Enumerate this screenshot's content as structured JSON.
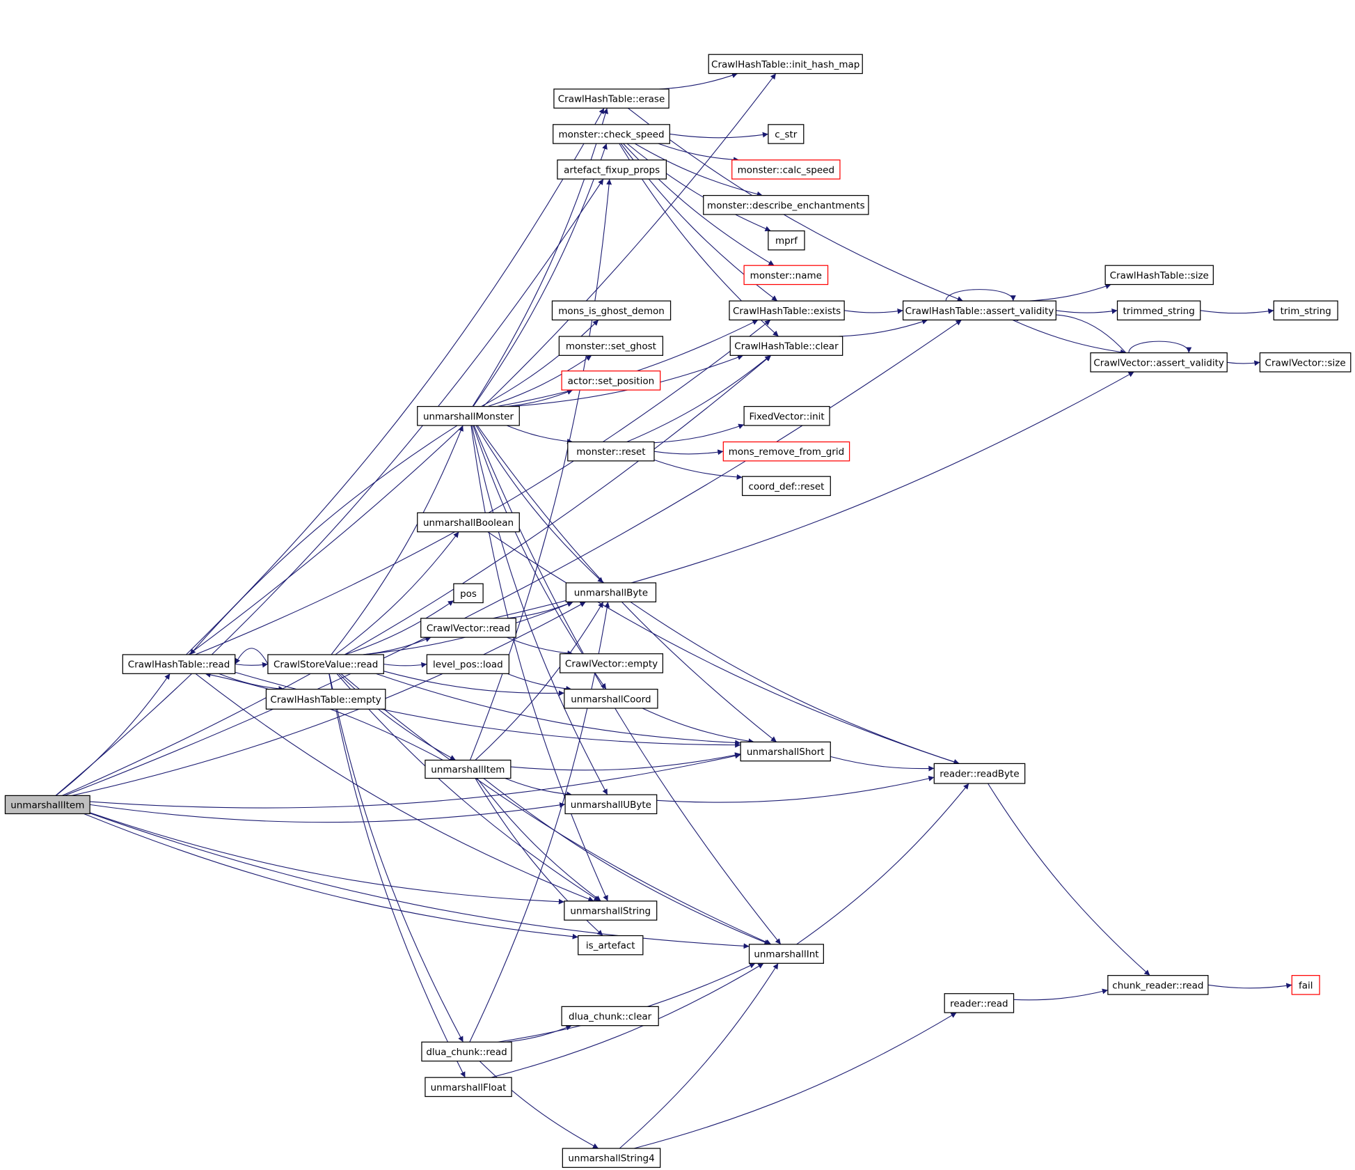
{
  "graph": {
    "edge_color": "#191970",
    "highlight_fill": "#bfbfbf",
    "missing_border": "#ff0000",
    "nodes": [
      {
        "id": "unmarshallItemRoot",
        "label": "unmarshallItem",
        "root": true
      },
      {
        "id": "hashRead",
        "label": "CrawlHashTable::read"
      },
      {
        "id": "storeRead",
        "label": "CrawlStoreValue::read"
      },
      {
        "id": "hashEmpty",
        "label": "CrawlHashTable::empty"
      },
      {
        "id": "unmarshallMonster",
        "label": "unmarshallMonster"
      },
      {
        "id": "unmarshallBoolean",
        "label": "unmarshallBoolean"
      },
      {
        "id": "pos",
        "label": "pos"
      },
      {
        "id": "vectorRead",
        "label": "CrawlVector::read"
      },
      {
        "id": "levelPosLoad",
        "label": "level_pos::load"
      },
      {
        "id": "unmarshallItem2",
        "label": "unmarshallItem"
      },
      {
        "id": "dluaRead",
        "label": "dlua_chunk::read"
      },
      {
        "id": "unmarshallFloat",
        "label": "unmarshallFloat"
      },
      {
        "id": "unmarshallString4",
        "label": "unmarshallString4"
      },
      {
        "id": "hashErase",
        "label": "CrawlHashTable::erase"
      },
      {
        "id": "checkSpeed",
        "label": "monster::check_speed"
      },
      {
        "id": "artefactFixup",
        "label": "artefact_fixup_props"
      },
      {
        "id": "monsGhostDemon",
        "label": "mons_is_ghost_demon"
      },
      {
        "id": "setGhost",
        "label": "monster::set_ghost"
      },
      {
        "id": "setPosition",
        "label": "actor::set_position",
        "missing": true
      },
      {
        "id": "monsterReset",
        "label": "monster::reset"
      },
      {
        "id": "unmarshallByte",
        "label": "unmarshallByte"
      },
      {
        "id": "vectorEmpty",
        "label": "CrawlVector::empty"
      },
      {
        "id": "unmarshallCoord",
        "label": "unmarshallCoord"
      },
      {
        "id": "unmarshallUByte",
        "label": "unmarshallUByte"
      },
      {
        "id": "unmarshallString",
        "label": "unmarshallString"
      },
      {
        "id": "isArtefact",
        "label": "is_artefact"
      },
      {
        "id": "dluaClear",
        "label": "dlua_chunk::clear"
      },
      {
        "id": "initHashMap",
        "label": "CrawlHashTable::init_hash_map"
      },
      {
        "id": "cStr",
        "label": "c_str"
      },
      {
        "id": "calcSpeed",
        "label": "monster::calc_speed",
        "missing": true
      },
      {
        "id": "describeEnch",
        "label": "monster::describe_enchantments"
      },
      {
        "id": "mprf",
        "label": "mprf"
      },
      {
        "id": "monsterName",
        "label": "monster::name",
        "missing": true
      },
      {
        "id": "hashExists",
        "label": "CrawlHashTable::exists"
      },
      {
        "id": "hashClear",
        "label": "CrawlHashTable::clear"
      },
      {
        "id": "fixedVectorInit",
        "label": "FixedVector::init"
      },
      {
        "id": "monsRemove",
        "label": "mons_remove_from_grid",
        "missing": true
      },
      {
        "id": "coordReset",
        "label": "coord_def::reset"
      },
      {
        "id": "unmarshallShort",
        "label": "unmarshallShort"
      },
      {
        "id": "unmarshallInt",
        "label": "unmarshallInt"
      },
      {
        "id": "hashAssert",
        "label": "CrawlHashTable::assert_validity"
      },
      {
        "id": "readerReadByte",
        "label": "reader::readByte"
      },
      {
        "id": "readerRead",
        "label": "reader::read"
      },
      {
        "id": "hashSize",
        "label": "CrawlHashTable::size"
      },
      {
        "id": "trimmedString",
        "label": "trimmed_string"
      },
      {
        "id": "vectorAssert",
        "label": "CrawlVector::assert_validity"
      },
      {
        "id": "chunkRead",
        "label": "chunk_reader::read"
      },
      {
        "id": "trimString",
        "label": "trim_string"
      },
      {
        "id": "vectorSize",
        "label": "CrawlVector::size"
      },
      {
        "id": "fail",
        "label": "fail",
        "missing": true
      }
    ],
    "edges": [
      [
        "unmarshallItemRoot",
        "hashRead"
      ],
      [
        "unmarshallItemRoot",
        "unmarshallUByte"
      ],
      [
        "unmarshallItemRoot",
        "unmarshallString"
      ],
      [
        "unmarshallItemRoot",
        "isArtefact"
      ],
      [
        "unmarshallItemRoot",
        "unmarshallShort"
      ],
      [
        "unmarshallItemRoot",
        "unmarshallInt"
      ],
      [
        "unmarshallItemRoot",
        "unmarshallByte"
      ],
      [
        "unmarshallItemRoot",
        "artefactFixup"
      ],
      [
        "unmarshallItemRoot",
        "hashAssert"
      ],
      [
        "unmarshallItemRoot",
        "hashClear"
      ],
      [
        "hashRead",
        "storeRead"
      ],
      [
        "hashRead",
        "hashEmpty"
      ],
      [
        "hashRead",
        "hashErase"
      ],
      [
        "hashRead",
        "initHashMap"
      ],
      [
        "hashRead",
        "unmarshallString"
      ],
      [
        "hashRead",
        "hashExists"
      ],
      [
        "hashRead",
        "unmarshallShort"
      ],
      [
        "storeRead",
        "hashRead"
      ],
      [
        "storeRead",
        "unmarshallMonster"
      ],
      [
        "storeRead",
        "unmarshallBoolean"
      ],
      [
        "storeRead",
        "pos"
      ],
      [
        "storeRead",
        "vectorRead"
      ],
      [
        "storeRead",
        "levelPosLoad"
      ],
      [
        "storeRead",
        "unmarshallItem2"
      ],
      [
        "storeRead",
        "dluaRead"
      ],
      [
        "storeRead",
        "unmarshallFloat"
      ],
      [
        "storeRead",
        "unmarshallByte"
      ],
      [
        "storeRead",
        "unmarshallCoord"
      ],
      [
        "storeRead",
        "unmarshallShort"
      ],
      [
        "storeRead",
        "unmarshallString"
      ],
      [
        "storeRead",
        "unmarshallInt"
      ],
      [
        "unmarshallItem2",
        "hashRead"
      ],
      [
        "unmarshallItem2",
        "unmarshallShort"
      ],
      [
        "unmarshallItem2",
        "unmarshallUByte"
      ],
      [
        "unmarshallItem2",
        "unmarshallString"
      ],
      [
        "unmarshallItem2",
        "isArtefact"
      ],
      [
        "unmarshallItem2",
        "unmarshallInt"
      ],
      [
        "unmarshallItem2",
        "unmarshallByte"
      ],
      [
        "unmarshallItem2",
        "artefactFixup"
      ],
      [
        "unmarshallMonster",
        "hashRead"
      ],
      [
        "unmarshallMonster",
        "hashErase"
      ],
      [
        "unmarshallMonster",
        "checkSpeed"
      ],
      [
        "unmarshallMonster",
        "monsGhostDemon"
      ],
      [
        "unmarshallMonster",
        "setGhost"
      ],
      [
        "unmarshallMonster",
        "setPosition"
      ],
      [
        "unmarshallMonster",
        "monsterReset"
      ],
      [
        "unmarshallMonster",
        "hashExists"
      ],
      [
        "unmarshallMonster",
        "hashClear"
      ],
      [
        "unmarshallMonster",
        "unmarshallByte"
      ],
      [
        "unmarshallMonster",
        "unmarshallShort"
      ],
      [
        "unmarshallMonster",
        "unmarshallCoord"
      ],
      [
        "unmarshallMonster",
        "unmarshallUByte"
      ],
      [
        "unmarshallMonster",
        "unmarshallString"
      ],
      [
        "unmarshallMonster",
        "unmarshallInt"
      ],
      [
        "vectorRead",
        "vectorEmpty"
      ],
      [
        "vectorRead",
        "unmarshallByte"
      ],
      [
        "vectorRead",
        "vectorAssert"
      ],
      [
        "levelPosLoad",
        "unmarshallCoord"
      ],
      [
        "unmarshallBoolean",
        "readerReadByte"
      ],
      [
        "dluaRead",
        "dluaClear"
      ],
      [
        "dluaRead",
        "unmarshallInt"
      ],
      [
        "dluaRead",
        "unmarshallString4"
      ],
      [
        "dluaRead",
        "unmarshallByte"
      ],
      [
        "unmarshallFloat",
        "unmarshallInt"
      ],
      [
        "unmarshallString4",
        "readerRead"
      ],
      [
        "unmarshallString4",
        "unmarshallInt"
      ],
      [
        "hashErase",
        "initHashMap"
      ],
      [
        "hashErase",
        "hashAssert"
      ],
      [
        "checkSpeed",
        "cStr"
      ],
      [
        "checkSpeed",
        "calcSpeed"
      ],
      [
        "checkSpeed",
        "describeEnch"
      ],
      [
        "checkSpeed",
        "mprf"
      ],
      [
        "checkSpeed",
        "monsterName"
      ],
      [
        "checkSpeed",
        "hashExists"
      ],
      [
        "checkSpeed",
        "hashClear"
      ],
      [
        "monsterReset",
        "fixedVectorInit"
      ],
      [
        "monsterReset",
        "monsRemove"
      ],
      [
        "monsterReset",
        "coordReset"
      ],
      [
        "monsterReset",
        "hashClear"
      ],
      [
        "hashExists",
        "hashAssert"
      ],
      [
        "hashClear",
        "hashAssert"
      ],
      [
        "hashAssert",
        "hashAssert"
      ],
      [
        "hashAssert",
        "hashSize"
      ],
      [
        "hashAssert",
        "trimmedString"
      ],
      [
        "hashAssert",
        "vectorAssert"
      ],
      [
        "vectorAssert",
        "vectorAssert"
      ],
      [
        "vectorAssert",
        "hashAssert"
      ],
      [
        "vectorAssert",
        "vectorSize"
      ],
      [
        "trimmedString",
        "trimString"
      ],
      [
        "unmarshallByte",
        "readerReadByte"
      ],
      [
        "unmarshallCoord",
        "unmarshallShort"
      ],
      [
        "unmarshallUByte",
        "readerReadByte"
      ],
      [
        "unmarshallShort",
        "readerReadByte"
      ],
      [
        "unmarshallInt",
        "readerReadByte"
      ],
      [
        "readerReadByte",
        "chunkRead"
      ],
      [
        "readerRead",
        "chunkRead"
      ],
      [
        "chunkRead",
        "fail"
      ]
    ]
  }
}
